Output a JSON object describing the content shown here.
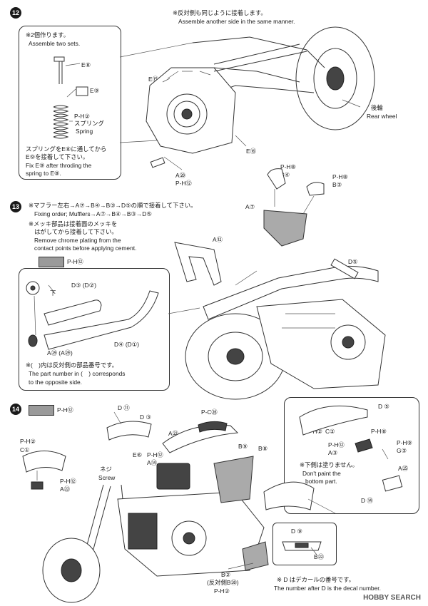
{
  "step12": {
    "number": "12",
    "note_jp": "※反対側も同じように接着します。",
    "note_en": "Assemble another side in the same manner.",
    "inset_jp": "※2個作ります。",
    "inset_en": "Assemble two sets.",
    "e8": "E⑧",
    "e9": "E⑨",
    "ph2": "P-H②",
    "spring_jp": "スプリング",
    "spring_en": "Spring",
    "fix_jp1": "スプリングをE⑧に通してから",
    "fix_jp2": "E⑨を接着して下さい。",
    "fix_en1": "Fix E⑨ after throding the",
    "fix_en2": "spring to E⑧.",
    "e15a": "E⑮",
    "e16": "E⑯",
    "a20": "A⑳",
    "ph12": "P-H⑫",
    "rear_jp": "後輪",
    "rear_en": "Rear wheel"
  },
  "step13": {
    "number": "13",
    "ph8a": "P-H⑧",
    "b4": "B④",
    "ph8b": "P-H⑧",
    "b3": "B③",
    "order_jp": "※マフラー左右→A⑦→B④→B③→D⑤の順で接着して下さい。",
    "order_en": "Fixing order; Mufflers→A⑦→B④→B③→D⑤",
    "chrome_jp1": "※メッキ部品は接着面のメッキを",
    "chrome_jp2": "はがしてから接着して下さい。",
    "chrome_en1": "Remove chrome plating from the",
    "chrome_en2": "contact points before applying cement.",
    "swatch_code": "P-H⑫",
    "a7": "A⑦",
    "a12": "A⑫",
    "d5": "D⑤",
    "d3": "D③ (D②)",
    "d4": "D④ (D①)",
    "a29": "A㉙ (A㉙)",
    "below": "下",
    "paren_jp": "※(　)内は反対側の部品番号です。",
    "paren_en1": "The part number in (　) corresponds",
    "paren_en2": "to the opposite side."
  },
  "step14": {
    "number": "14",
    "swatch_code": "P-H⑫",
    "d11": "D ⑪",
    "d3": "D ③",
    "pc26": "P-C㉖",
    "a22": "A㉒",
    "ph2": "P-H②",
    "c1": "C①",
    "ph12a": "P-H⑫",
    "a22b": "A㉒",
    "screw_jp": "ネジ",
    "screw_en": "Screw",
    "e6": "E⑥",
    "ph12b": "P-H⑫",
    "a14": "A⑭",
    "b9": "B⑨",
    "b8": "B⑧",
    "d5": "D ⑤",
    "ph2b": "P-H②",
    "c2": "C②",
    "ph8": "P-H⑧",
    "ph12c": "P-H⑫",
    "a3": "A③",
    "ph9": "P-H⑨",
    "g3": "G③",
    "nopaint_jp": "※下側は塗りません。",
    "nopaint_en1": "Don't paint the",
    "nopaint_en2": "bottom part.",
    "a25": "A㉕",
    "d14": "D ⑭",
    "d9": "D ⑨",
    "b22": "B㉒",
    "b2": "B②",
    "opp_b30": "(反対側B㉚)",
    "ph2c": "P-H②",
    "decal_jp": "※ D はデカールの番号です。",
    "decal_en": "The number after D is the decal number."
  },
  "watermark": "HOBBY SEARCH"
}
